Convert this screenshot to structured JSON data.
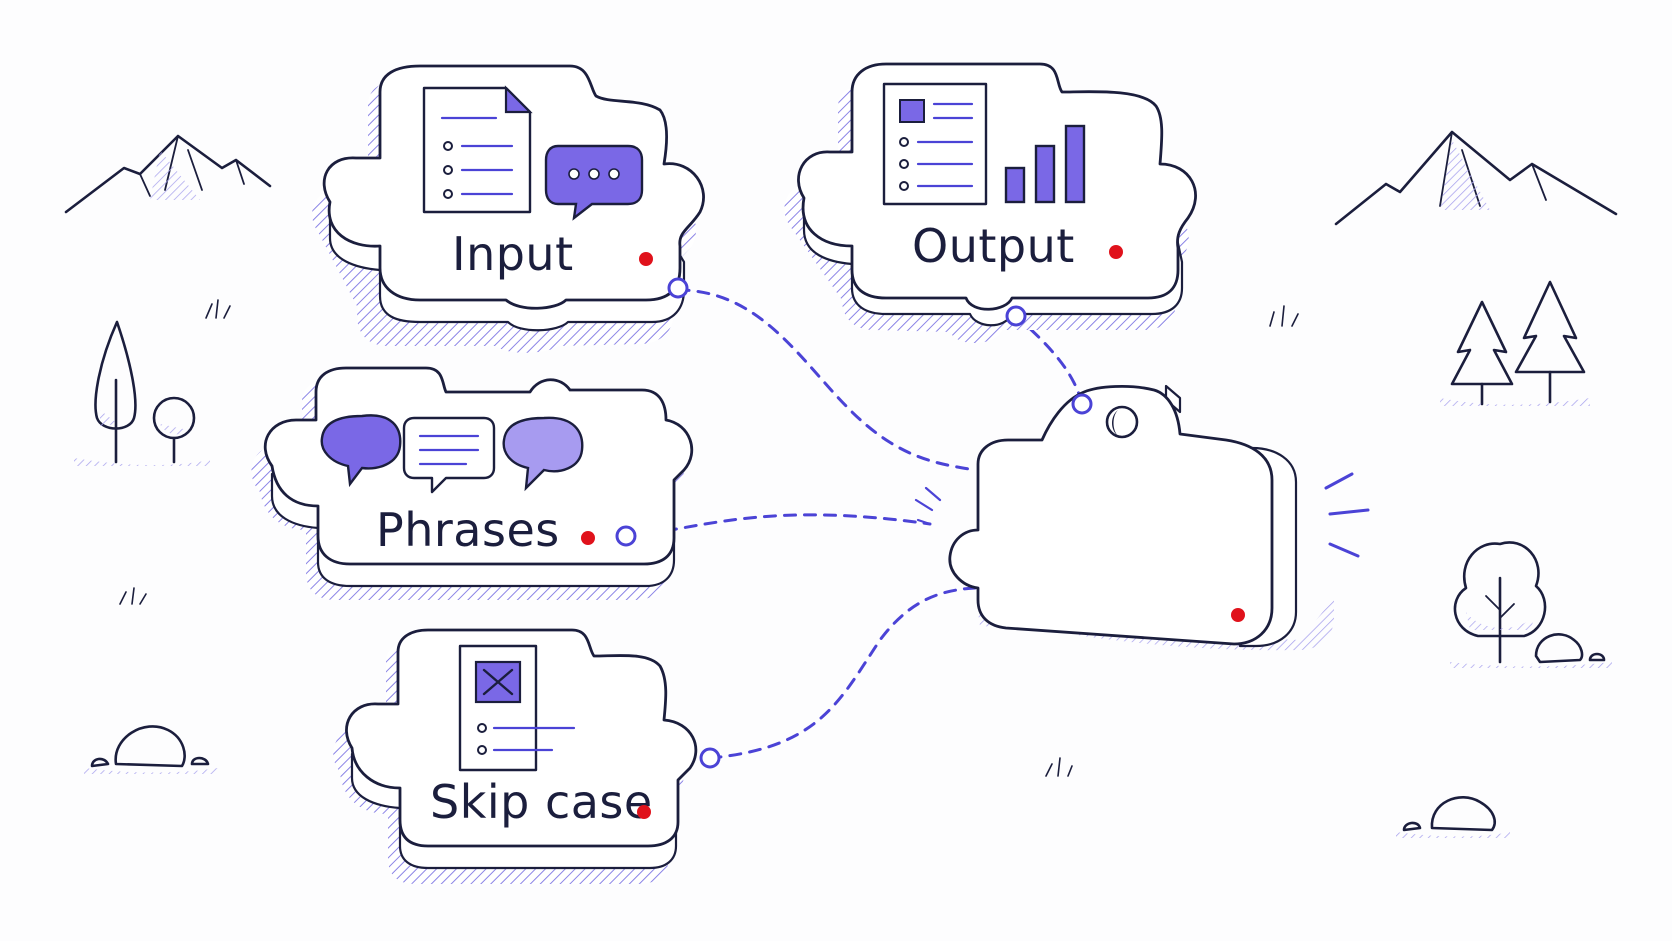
{
  "pieces": [
    {
      "id": "input",
      "label": "Input",
      "icons": [
        "document-icon",
        "chat-bubble-icon"
      ]
    },
    {
      "id": "output",
      "label": "Output",
      "icons": [
        "report-icon",
        "bar-chart-icon"
      ]
    },
    {
      "id": "phrases",
      "label": "Phrases",
      "icons": [
        "speech-bubble-icon",
        "text-bubble-icon",
        "speech-bubble-icon"
      ]
    },
    {
      "id": "skip-case",
      "label": "Skip case",
      "icons": [
        "crossed-document-icon"
      ]
    },
    {
      "id": "hub",
      "label": "",
      "icons": []
    }
  ],
  "colors": {
    "ink": "#1b1e3d",
    "accent": "#4b43d6",
    "violet": "#7a68e6",
    "lilac": "#a79bf0",
    "status_dot": "#e0121b",
    "background": "#fdfdfe"
  }
}
